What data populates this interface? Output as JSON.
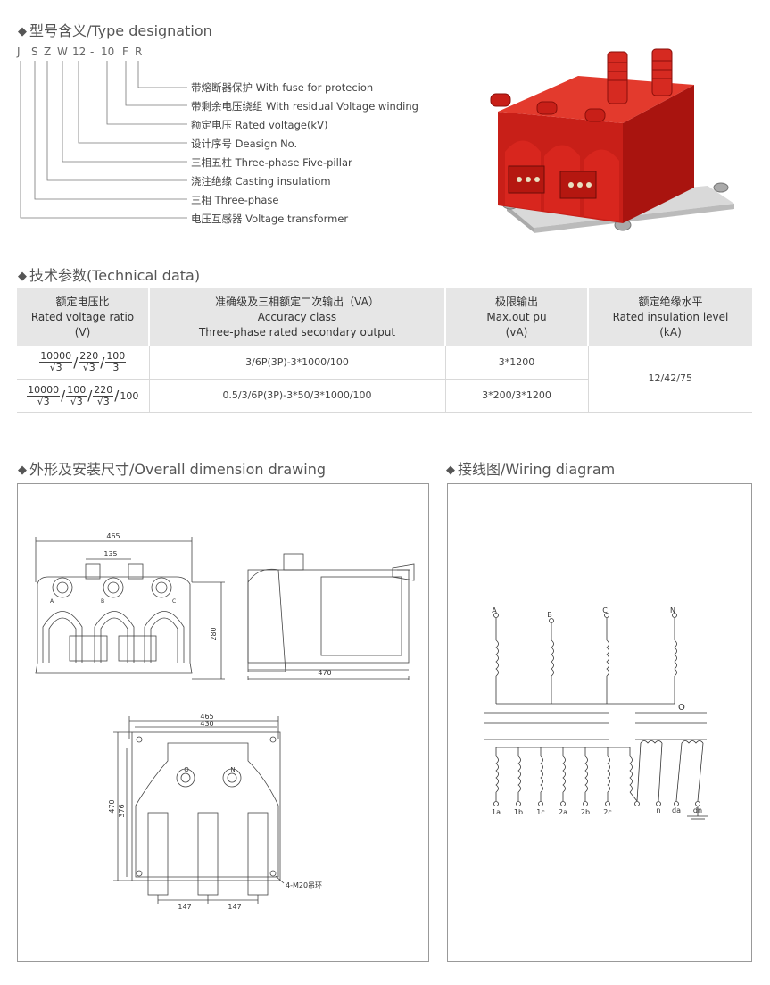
{
  "sections": {
    "type_designation": "型号含义/Type designation",
    "technical_data": "技术参数(Technical data)",
    "dimension_drawing": "外形及安装尺寸/Overall dimension drawing",
    "wiring_diagram": "接线图/Wiring diagram"
  },
  "type_code": [
    "J",
    "S",
    "Z",
    "W",
    "12",
    "-",
    "10",
    "F",
    "R"
  ],
  "type_legend": [
    "带熔断器保护 With fuse for protecion",
    "带剩余电压绕组 With residual Voltage winding",
    "额定电压 Rated voltage(kV)",
    "设计序号 Deasign No.",
    "三相五柱 Three-phase Five-pillar",
    "浇注绝缘 Casting insulatiom",
    "三相 Three-phase",
    "电压互感器 Voltage transformer"
  ],
  "table": {
    "headers": [
      [
        "额定电压比",
        "Rated voltage ratio",
        "(V)"
      ],
      [
        "准确级及三相额定二次输出（VA）",
        "Accuracy class",
        "Three-phase rated secondary output"
      ],
      [
        "极限输出",
        "Max.out pu",
        "(vA)"
      ],
      [
        "额定绝缘水平",
        "Rated insulation level",
        "(kA)"
      ]
    ],
    "row1": {
      "ratio": [
        [
          "10000",
          "√3"
        ],
        [
          "220",
          "√3"
        ],
        [
          "100",
          "3"
        ]
      ],
      "accuracy": "3/6P(3P)-3*1000/100",
      "max_output": "3*1200"
    },
    "row2": {
      "ratio": [
        [
          "10000",
          "√3"
        ],
        [
          "100",
          "√3"
        ],
        [
          "220",
          "√3"
        ]
      ],
      "ratio_tail": "100",
      "accuracy": "0.5/3/6P(3P)-3*50/3*1000/100",
      "max_output": "3*200/3*1200"
    },
    "insulation": "12/42/75"
  },
  "dimensions": {
    "front_width": "465",
    "front_pitch": "135",
    "front_height": "280",
    "phase_a": "A",
    "phase_b": "B",
    "phase_c": "C",
    "side_depth": "470",
    "top_width": "465",
    "top_inner": "430",
    "top_depth": "470",
    "top_inner_depth": "376",
    "pitch_left": "147",
    "pitch_right": "147",
    "terminal_o": "O",
    "terminal_n": "N",
    "lifting_ring": "4-M20吊环"
  },
  "wiring": {
    "primary": [
      "A",
      "B",
      "C",
      "N"
    ],
    "neutral": "O",
    "secondary": [
      "1a",
      "1b",
      "1c",
      "2a",
      "2b",
      "2c"
    ],
    "residual": [
      "n",
      "da",
      "dn"
    ]
  },
  "colors": {
    "product_red": "#d8261e",
    "text": "#4a4a4a",
    "header_bg": "#e6e6e6",
    "border": "#999999"
  }
}
